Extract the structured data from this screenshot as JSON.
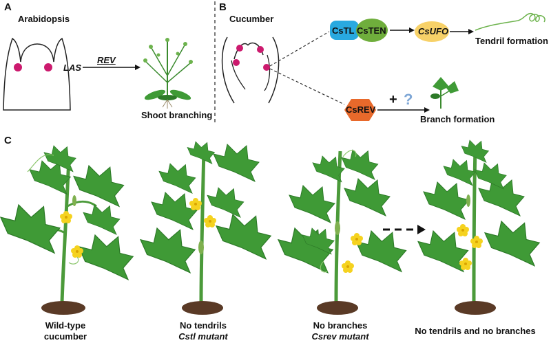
{
  "panelA": {
    "letter": "A",
    "title": "Arabidopsis",
    "gene_las": "LAS",
    "gene_rev": "REV",
    "outcome": "Shoot branching"
  },
  "panelB": {
    "letter": "B",
    "title": "Cucumber",
    "tl_label": "CsTL",
    "ten_label": "CsTEN",
    "ufo_label": "CsUFO",
    "tendril_outcome": "Tendril formation",
    "rev_label": "CsREV",
    "plus": "+",
    "question": "?",
    "branch_outcome": "Branch formation"
  },
  "panelC": {
    "letter": "C",
    "plants": [
      {
        "line1": "Wild-type",
        "line2": "cucumber"
      },
      {
        "line1": "No tendrils",
        "line2": "Cstl mutant"
      },
      {
        "line1": "No branches",
        "line2": "Csrev mutant"
      },
      {
        "line1": "No tendrils and no branches",
        "line2": ""
      }
    ]
  },
  "colors": {
    "meristem": "#cc1a6e",
    "cstl_box": "#29a9e0",
    "csten_box": "#6fae3c",
    "csufo_box": "#f7d168",
    "csrev_box": "#e8692b",
    "question": "#7fa7d6",
    "leaf": "#3f9a36",
    "leaf_dark": "#2d7a28",
    "flower": "#f5d21f",
    "soil": "#5a3a26"
  }
}
